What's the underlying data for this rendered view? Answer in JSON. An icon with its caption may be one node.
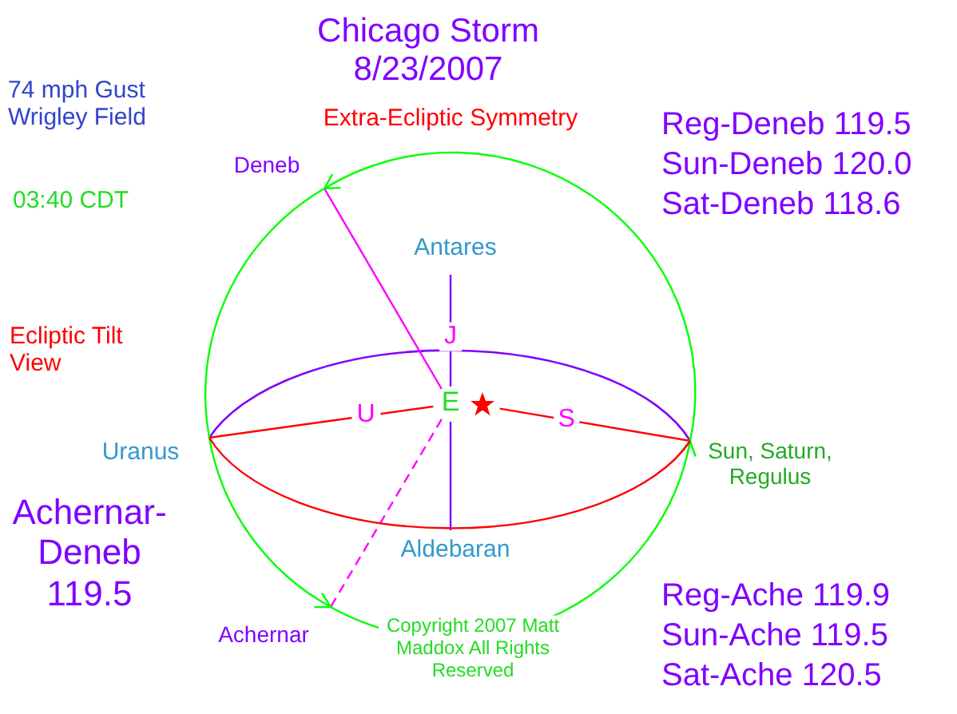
{
  "diagram": {
    "title": "Chicago Storm 8/23/2007",
    "nodes": [
      {
        "text": [
          "Deneb"
        ]
      },
      {
        "text": [
          "Antares"
        ]
      },
      {
        "text": [
          "Uranus"
        ]
      },
      {
        "text": [
          "E"
        ]
      },
      {
        "text": [],
        "shape": "star"
      },
      {
        "text": [
          "Sun, Saturn, Regulus"
        ]
      },
      {
        "text": [
          "Aldebaran"
        ]
      },
      {
        "text": [
          "Achernar"
        ]
      }
    ],
    "edges": [
      {
        "from": 3,
        "to": 0,
        "arrow": "none",
        "color": "#ff00ff"
      },
      {
        "from": 3,
        "to": 7,
        "arrow": "none",
        "style": "dashed",
        "color": "#ff00ff"
      },
      {
        "from": 3,
        "to": 2,
        "arrow": "none",
        "label": "U",
        "color": "#ff0000"
      },
      {
        "from": 4,
        "to": 5,
        "arrow": "none",
        "label": "S",
        "color": "#ff0000"
      },
      {
        "from": 1,
        "to": 3,
        "arrow": "none",
        "label": "J",
        "color": "#8000ff"
      },
      {
        "from": 3,
        "to": 6,
        "arrow": "none",
        "color": "#8000ff"
      },
      {
        "from": 5,
        "to": 0,
        "arrow": "to",
        "color": "#00ff00"
      },
      {
        "from": 7,
        "to": 5,
        "arrow": "to",
        "color": "#00ff00"
      },
      {
        "from": 2,
        "to": 7,
        "arrow": "to",
        "color": "#00ff00"
      },
      {
        "from": 0,
        "to": 2,
        "arrow": "none",
        "color": "#00ff00"
      },
      {
        "from": 2,
        "to": 5,
        "arrow": "none",
        "color": "#ff0000"
      }
    ],
    "labels": [
      "74 mph Gust Wrigley Field",
      "03:40 CDT",
      "Extra-Ecliptic Symmetry",
      "Reg-Deneb 119.5",
      "Sun-Deneb 120.0",
      "Sat-Deneb 118.6",
      "Ecliptic Tilt View",
      "Achernar-Deneb 119.5",
      "Reg-Ache 119.9",
      "Sun-Ache 119.5",
      "Sat-Ache 120.5",
      "Copyright 2007 Matt Maddox All Rights Reserved"
    ]
  }
}
